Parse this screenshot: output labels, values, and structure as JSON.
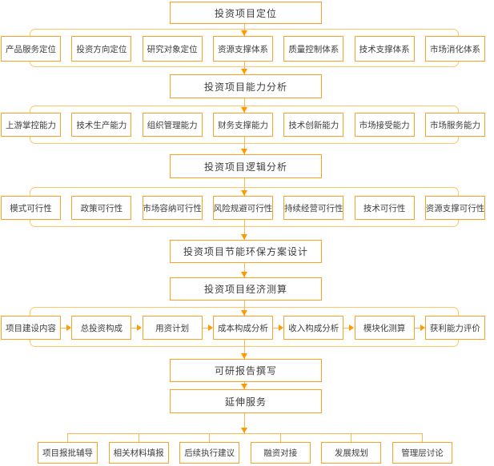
{
  "colors": {
    "accent": "#ffa022",
    "bus": "#ffc566",
    "line": "#ffb54d",
    "arrowhead": "#ff9900",
    "text": "#3d3d3d"
  },
  "flow": {
    "headers": [
      "投资项目定位",
      "投资项目能力分析",
      "投资项目逻辑分析",
      "投资项目节能环保方案设计",
      "投资项目经济测算",
      "可研报告撰写",
      "延伸服务"
    ],
    "positioning_row": [
      "产品服务定位",
      "投资方向定位",
      "研究对象定位",
      "资源支撑体系",
      "质量控制体系",
      "技术支撑体系",
      "市场消化体系"
    ],
    "capability_row": [
      "上游掌控能力",
      "技术生产能力",
      "组织管理能力",
      "财务支撑能力",
      "技术创新能力",
      "市场接受能力",
      "市场服务能力"
    ],
    "logic_row": [
      "模式可行性",
      "政策可行性",
      "市场容纳可行性",
      "风险规避可行性",
      "持续经营可行性",
      "技术可行性",
      "资源支撑可行性"
    ],
    "economic_row": [
      "项目建设内容",
      "总投资构成",
      "用资计划",
      "成本构成分析",
      "收入构成分析",
      "模块化测算",
      "获利能力评价"
    ],
    "extended_row": [
      "项目报批辅导",
      "相关材料填报",
      "后续执行建议",
      "融资对接",
      "发展规划",
      "管理层讨论"
    ]
  }
}
